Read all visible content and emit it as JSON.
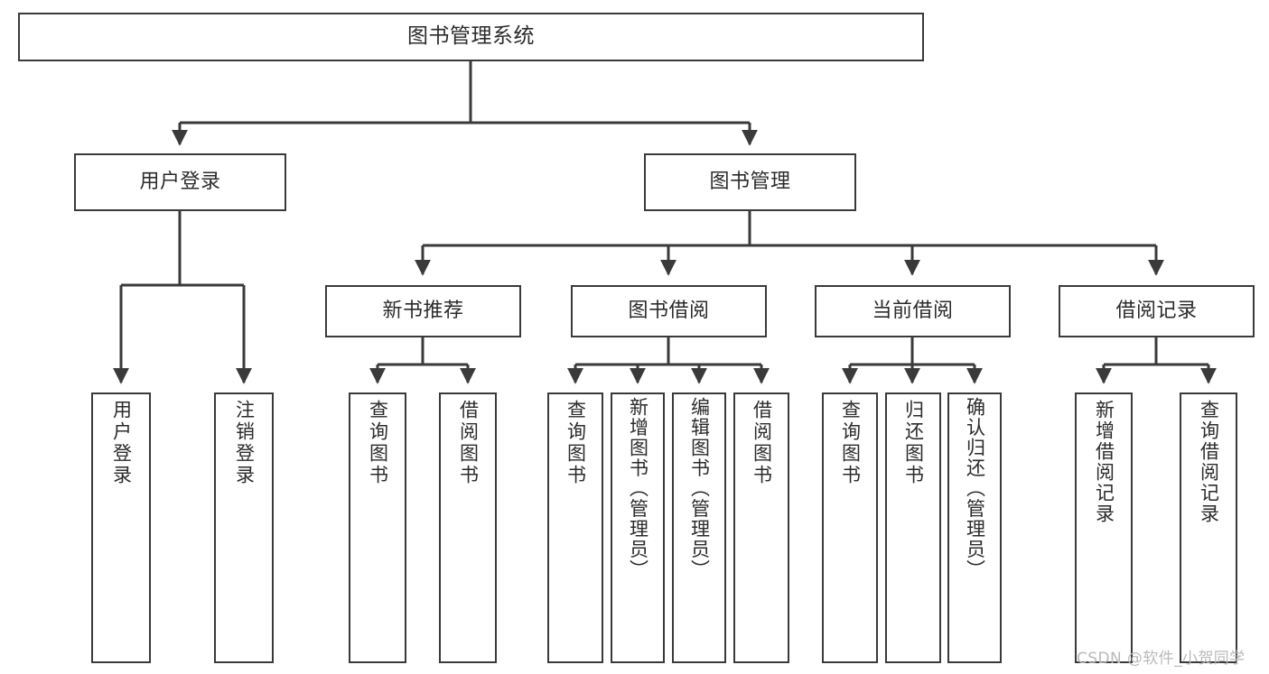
{
  "diagram": {
    "title": "图书管理系统",
    "type": "hierarchy-tree",
    "watermark": "CSDN @软件_小贺同学",
    "colors": {
      "stroke": "#3a3a3a",
      "text": "#2b2b2b",
      "background": "#ffffff",
      "watermark": "#b9b9b9"
    },
    "nodes": {
      "root": {
        "label": "图书管理系统"
      },
      "level2": [
        {
          "label": "用户登录"
        },
        {
          "label": "图书管理"
        }
      ],
      "level3": [
        {
          "label": "新书推荐"
        },
        {
          "label": "图书借阅"
        },
        {
          "label": "当前借阅"
        },
        {
          "label": "借阅记录"
        }
      ],
      "leaves_user_login": [
        {
          "label": "用户登录"
        },
        {
          "label": "注销登录"
        }
      ],
      "leaves_new_book": [
        {
          "label": "查询图书"
        },
        {
          "label": "借阅图书"
        }
      ],
      "leaves_borrow": [
        {
          "label": "查询图书"
        },
        {
          "label": "新增图书（管理员）"
        },
        {
          "label": "编辑图书（管理员）"
        },
        {
          "label": "借阅图书"
        }
      ],
      "leaves_current": [
        {
          "label": "查询图书"
        },
        {
          "label": "归还图书"
        },
        {
          "label": "确认归还（管理员）"
        }
      ],
      "leaves_records": [
        {
          "label": "新增借阅记录"
        },
        {
          "label": "查询借阅记录"
        }
      ]
    }
  }
}
